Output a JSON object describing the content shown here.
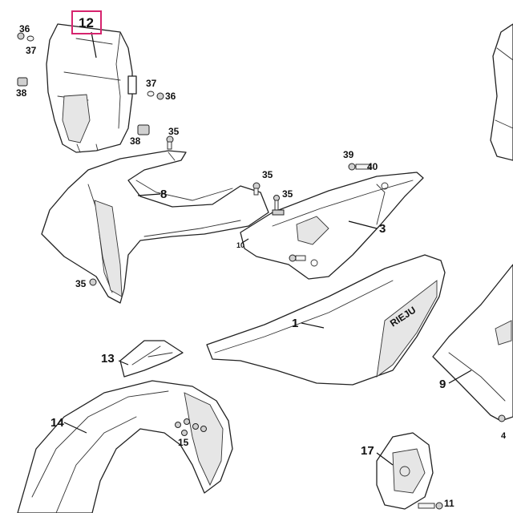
{
  "callouts": {
    "c12": "12",
    "c36a": "36",
    "c37a": "37",
    "c38a": "38",
    "c37b": "37",
    "c36b": "36",
    "c38b": "38",
    "c35a": "35",
    "c8": "8",
    "c35b": "35",
    "c35c": "35",
    "c39": "39",
    "c40": "40",
    "c3": "3",
    "c10": "10",
    "c35d": "35",
    "c1": "1",
    "c13": "13",
    "c14": "14",
    "c15": "15",
    "c9": "9",
    "c4": "4",
    "c17": "17",
    "c11": "11"
  },
  "seat_brand_text": "RIEJU",
  "colors": {
    "highlight": "#d6246e",
    "line": "#222222",
    "background": "#ffffff"
  }
}
